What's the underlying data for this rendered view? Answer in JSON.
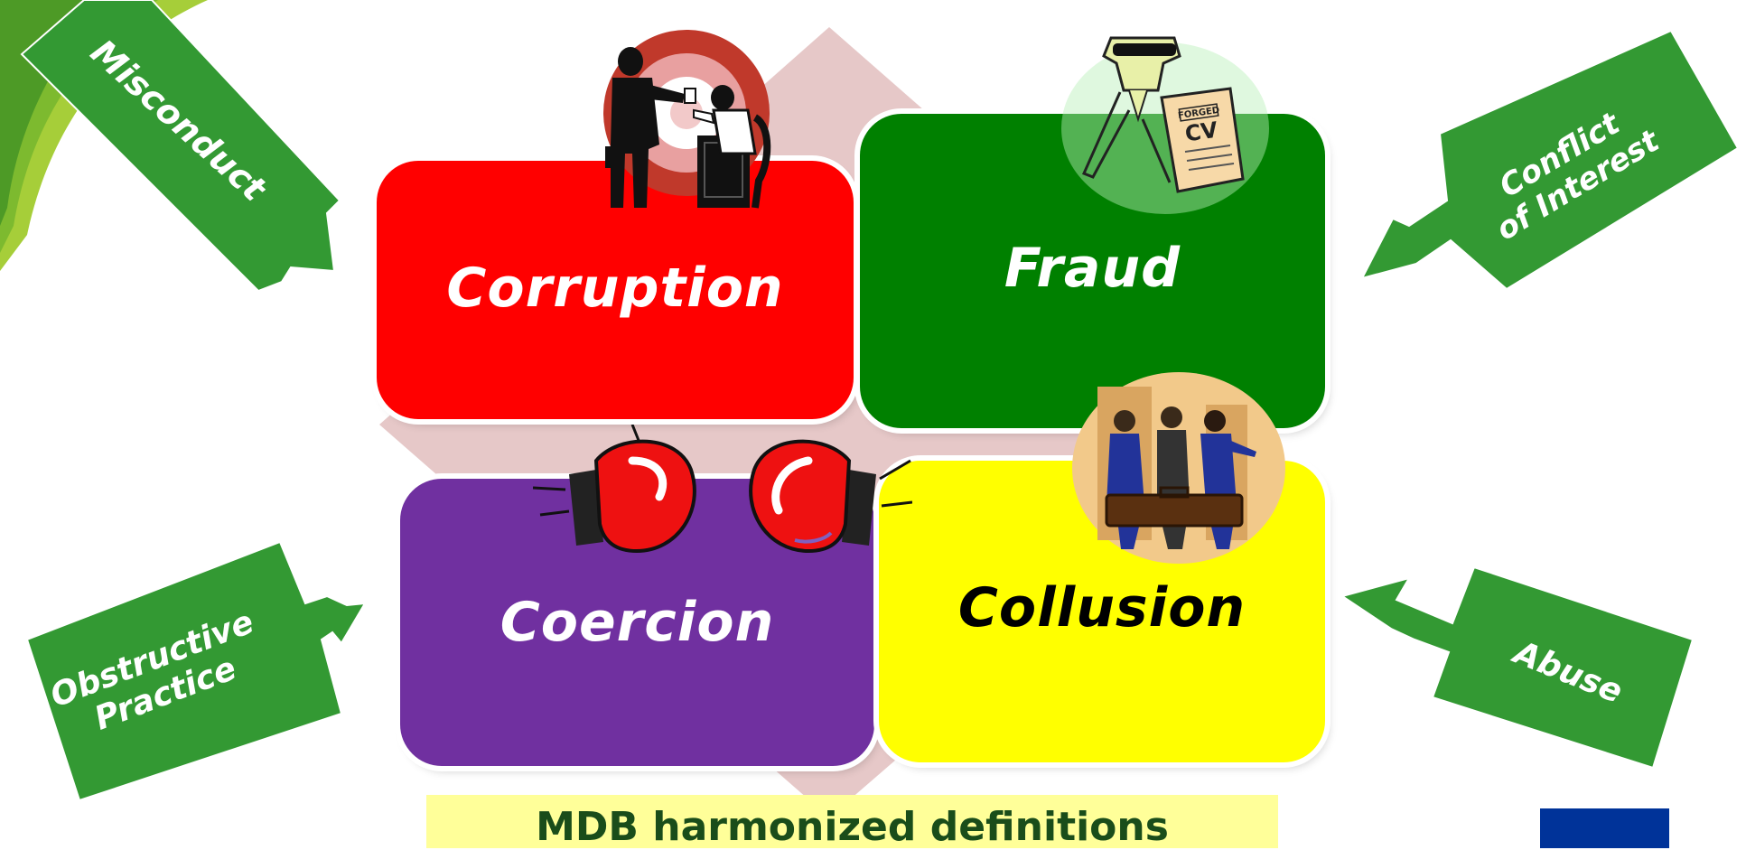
{
  "diagram": {
    "quadrants": [
      {
        "id": "corruption",
        "label": "Corruption",
        "color": "#ff0000"
      },
      {
        "id": "fraud",
        "label": "Fraud",
        "color": "#008000"
      },
      {
        "id": "coercion",
        "label": "Coercion",
        "color": "#7030a0"
      },
      {
        "id": "collusion",
        "label": "Collusion",
        "color": "#ffff00"
      }
    ],
    "arrows": [
      {
        "id": "misconduct",
        "label": "Misconduct"
      },
      {
        "id": "conflict",
        "line1": "Conflict",
        "line2": "of Interest"
      },
      {
        "id": "obstructive",
        "line1": "Obstructive",
        "line2": "Practice"
      },
      {
        "id": "abuse",
        "label": "Abuse"
      }
    ],
    "arrow_color": "#339933",
    "footer": "MDB harmonized definitions",
    "clipart": {
      "corruption": "bribery-handshake-icon",
      "fraud": "forged-cv-crocodile-icon",
      "forged_stamp": "FORGED",
      "cv_text": "CV",
      "coercion": "boxing-gloves-icon",
      "collusion": "business-people-briefcase-icon"
    }
  }
}
